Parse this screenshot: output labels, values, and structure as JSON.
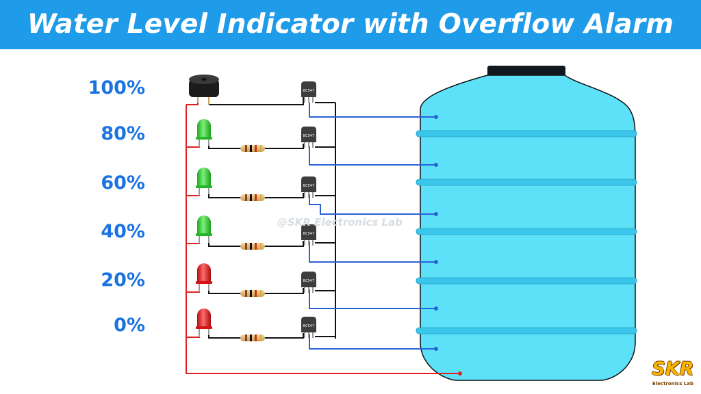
{
  "title": "Water Level Indicator with Overflow Alarm",
  "levels": [
    "100%",
    "80%",
    "60%",
    "40%",
    "20%",
    "0%"
  ],
  "transistor_label": "BC547",
  "watermark": "@SKR Electronics Lab",
  "logo": {
    "main": "SKR",
    "sub": "Electronics Lab"
  },
  "colors": {
    "banner": "#1e9be9",
    "level_text": "#1a73e0",
    "tank": "#5ce1f8",
    "tank_band": "#3ac6ea",
    "positive_wire": "#e02020",
    "probe_wire": "#2a62d6",
    "ground_wire": "#111111",
    "led_green": "#3ad13a",
    "led_red": "#e81e1e"
  },
  "components": {
    "alarm": "buzzer-icon",
    "indicators": [
      "green-led",
      "green-led",
      "green-led",
      "red-led",
      "red-led"
    ],
    "resistor": "resistor-icon",
    "transistor": "transistor-icon"
  }
}
